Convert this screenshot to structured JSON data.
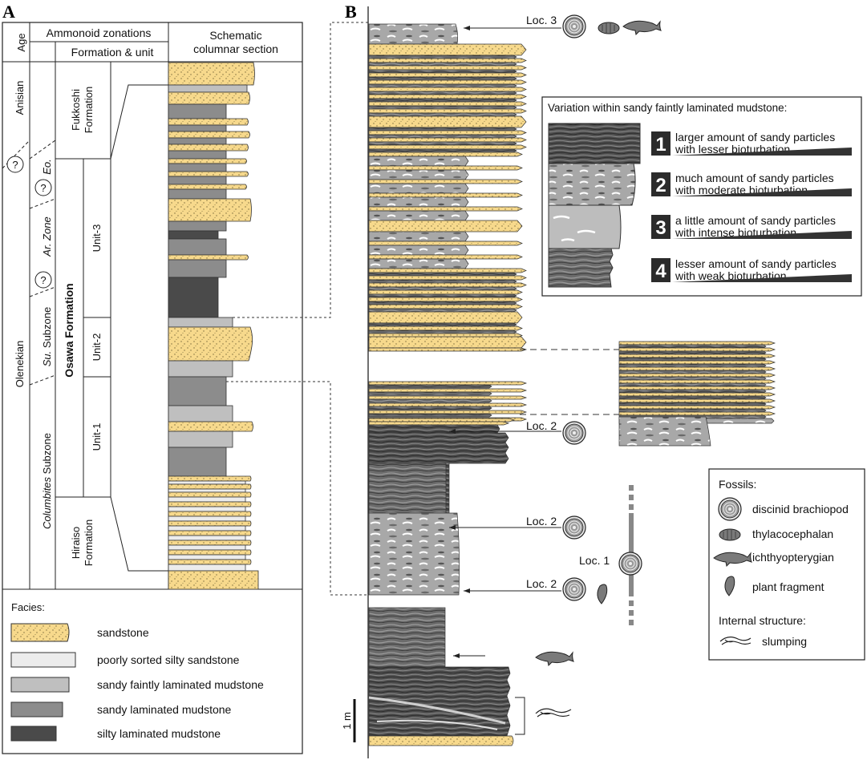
{
  "panel_a": {
    "label": "A",
    "headers": {
      "age": "Age",
      "ammonoid": "Ammonoid zonations",
      "formation": "Formation & unit",
      "schematic_1": "Schematic",
      "schematic_2": "columnar section"
    },
    "ages": {
      "anisian": "Anisian",
      "olenekian": "Olenekian"
    },
    "zones": {
      "eo": "Eo.",
      "ar_zone": "Ar. Zone",
      "su_subzone_italic": "Su.",
      "su_subzone_rest": " Subzone",
      "columbites_italic": "Columbites",
      "columbites_rest": " Subzone",
      "question": "?"
    },
    "formations": {
      "fukkoshi_1": "Fukkoshi",
      "fukkoshi_2": "Formation",
      "osawa": "Osawa Formation",
      "hiraiso_1": "Hiraiso",
      "hiraiso_2": "Formation",
      "unit3": "Unit-3",
      "unit2": "Unit-2",
      "unit1": "Unit-1"
    }
  },
  "facies": {
    "title": "Facies:",
    "items": [
      {
        "label": "sandstone",
        "color": "#f7d98c"
      },
      {
        "label": "poorly sorted silty sandstone",
        "color": "#ececec"
      },
      {
        "label": "sandy faintly laminated mudstone",
        "color": "#bfbfbf"
      },
      {
        "label": "sandy laminated mudstone",
        "color": "#8c8c8c"
      },
      {
        "label": "silty laminated mudstone",
        "color": "#4a4a4a"
      }
    ]
  },
  "panel_b": {
    "label": "B",
    "loc3": "Loc. 3",
    "loc2": "Loc. 2",
    "loc1": "Loc. 1",
    "scale": "1 m"
  },
  "variation": {
    "title": "Variation within sandy faintly laminated mudstone:",
    "items": [
      {
        "num": "1",
        "line1": "larger amount of sandy particles",
        "line2": "with lesser bioturbation"
      },
      {
        "num": "2",
        "line1": "much amount of sandy particles",
        "line2": "with moderate bioturbation"
      },
      {
        "num": "3",
        "line1": "a little amount of sandy particles",
        "line2": "with intense bioturbation"
      },
      {
        "num": "4",
        "line1": "lesser amount of sandy particles",
        "line2": "with weak bioturbation"
      }
    ]
  },
  "fossils": {
    "title": "Fossils:",
    "items": [
      {
        "label": "discinid brachiopod",
        "icon": "discinid-brachiopod-icon"
      },
      {
        "label": "thylacocephalan",
        "icon": "thylacocephalan-icon"
      },
      {
        "label": "ichthyopterygian",
        "icon": "ichthyopterygian-icon"
      },
      {
        "label": "plant fragment",
        "icon": "plant-fragment-icon"
      }
    ],
    "internal_title": "Internal structure:",
    "slumping": "slumping"
  },
  "colors": {
    "sand": "#f7d98c",
    "silty_sand": "#ececec",
    "faint": "#bfbfbf",
    "sandy_lam": "#8c8c8c",
    "silty_lam": "#4a4a4a"
  }
}
